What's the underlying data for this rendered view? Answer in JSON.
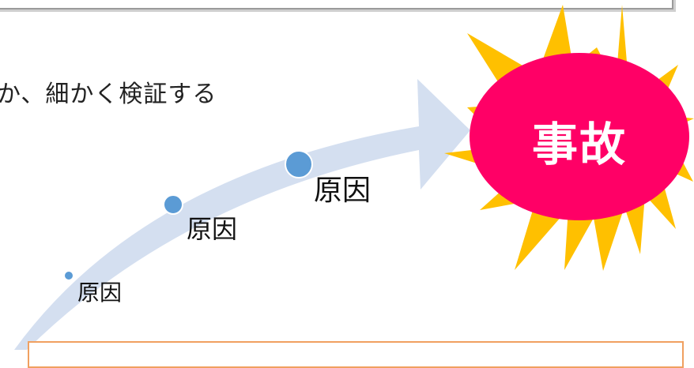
{
  "heading": "か、細かく検証する",
  "causes": [
    {
      "label": "原因"
    },
    {
      "label": "原因"
    },
    {
      "label": "原因"
    }
  ],
  "accident": {
    "label": "事故"
  },
  "colors": {
    "arrow": "#d4dff0",
    "dot": "#5b9bd5",
    "burst": "#ffc000",
    "circle": "#ff0066",
    "top_box_border": "#9a9a9a",
    "bottom_box_border": "#f0a060"
  }
}
